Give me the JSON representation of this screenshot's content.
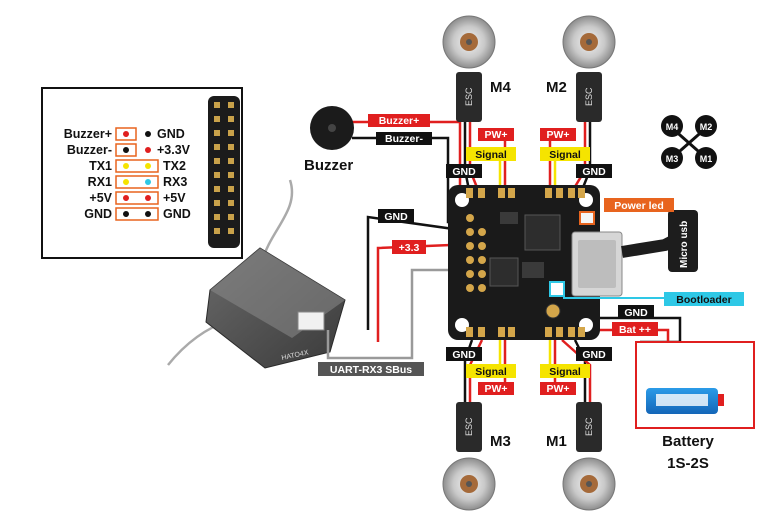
{
  "pinout": {
    "left": [
      "Buzzer+",
      "Buzzer-",
      "TX1",
      "RX1",
      "+5V",
      "GND"
    ],
    "right": [
      "GND",
      "+3.3V",
      "TX2",
      "RX3",
      "+5V",
      "GND"
    ]
  },
  "buzzer": {
    "title": "Buzzer",
    "pos_label": "Buzzer+",
    "neg_label": "Buzzer-"
  },
  "receiver": {
    "model_text": "HATO4X"
  },
  "labels": {
    "gnd": "GND",
    "v33": "+3.3",
    "sbus": "UART-RX3 SBus",
    "power_led": "Power led",
    "bootloader": "Bootloader",
    "bat": "Bat ++",
    "micro_usb": "Micro usb",
    "pw": "PW+",
    "signal": "Signal",
    "esc": "ESC"
  },
  "motors": {
    "m1": "M1",
    "m2": "M2",
    "m3": "M3",
    "m4": "M4"
  },
  "battery": {
    "line1": "Battery",
    "line2": "1S-2S"
  },
  "colors": {
    "red": "#e01f1f",
    "black": "#111111",
    "yellow": "#f5e400",
    "orange": "#e8641e",
    "cyan": "#2ec8e6",
    "white_wire": "#bbbbbb"
  }
}
